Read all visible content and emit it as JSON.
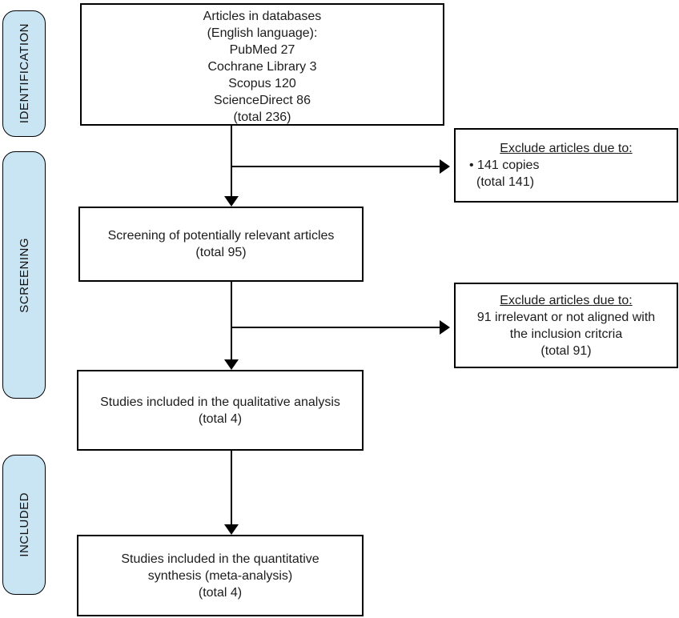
{
  "stages": [
    {
      "label": "IDENTIFICATION"
    },
    {
      "label": "SCREENING"
    },
    {
      "label": "INCLUDED"
    }
  ],
  "boxes": {
    "databases": {
      "lines": [
        "Articles in databases",
        "(English language):",
        "PubMed 27",
        "Cochrane Library 3",
        "Scopus 120",
        "ScienceDirect 86",
        "(total 236)"
      ]
    },
    "screening": {
      "lines": [
        "Screening of potentially relevant articles",
        "(total 95)"
      ]
    },
    "qualitative": {
      "lines": [
        "Studies included in the qualitative analysis",
        "(total 4)"
      ]
    },
    "quantitative": {
      "lines": [
        "Studies included in the quantitative",
        "synthesis (meta-analysis)",
        "(total 4)"
      ]
    },
    "exclude_duplicates": {
      "heading": "Exclude articles due to:",
      "lines": [
        "• 141 copies",
        "(total 141)"
      ]
    },
    "exclude_irrelevant": {
      "heading": "Exclude articles due to:",
      "lines": [
        "91 irrelevant or not aligned with",
        "the inclusion critcria",
        "(total 91)"
      ]
    }
  },
  "colors": {
    "stage_fill": "#c9e5f3",
    "line": "#000000",
    "background": "#ffffff"
  }
}
